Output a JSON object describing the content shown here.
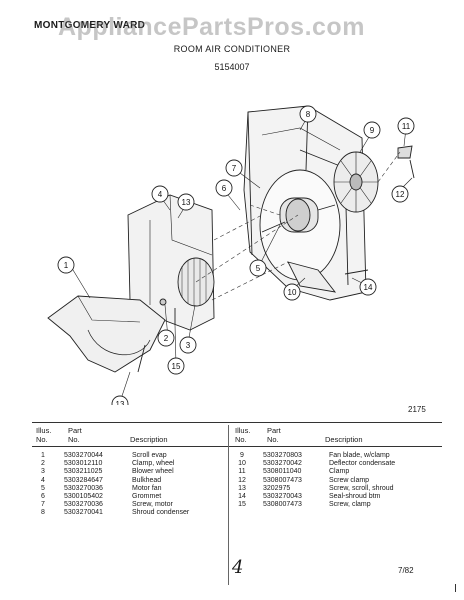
{
  "header": {
    "brand": "MONTGOMERY WARD",
    "watermark": "AppliancePartsPros.com",
    "title": "ROOM AIR CONDITIONER",
    "model": "5154007"
  },
  "diagram": {
    "callouts": [
      "1",
      "2",
      "3",
      "4",
      "5",
      "6",
      "7",
      "8",
      "9",
      "10",
      "11",
      "12",
      "13",
      "13",
      "14",
      "15"
    ],
    "drawing_number": "2175"
  },
  "table": {
    "headers": {
      "illus": "Illus.",
      "no": "No.",
      "part": "Part",
      "part_no": "No.",
      "description": "Description"
    },
    "left_rows": [
      {
        "illus": "1",
        "part": "5303270044",
        "desc": "Scroll evap"
      },
      {
        "illus": "2",
        "part": "5303012110",
        "desc": "Clamp, wheel"
      },
      {
        "illus": "3",
        "part": "5303211025",
        "desc": "Blower wheel"
      },
      {
        "illus": "4",
        "part": "5303284647",
        "desc": "Bulkhead"
      },
      {
        "illus": "5",
        "part": "5303270036",
        "desc": "Motor fan"
      },
      {
        "illus": "6",
        "part": "5300105402",
        "desc": "Grommet"
      },
      {
        "illus": "7",
        "part": "5303270036",
        "desc": "Screw, motor"
      },
      {
        "illus": "8",
        "part": "5303270041",
        "desc": "Shroud condenser"
      }
    ],
    "right_rows": [
      {
        "illus": "9",
        "part": "5303270803",
        "desc": "Fan blade, w/clamp"
      },
      {
        "illus": "10",
        "part": "5303270042",
        "desc": "Deflector condensate"
      },
      {
        "illus": "11",
        "part": "5308011040",
        "desc": "Clamp"
      },
      {
        "illus": "12",
        "part": "5308007473",
        "desc": "Screw clamp"
      },
      {
        "illus": "13",
        "part": "3202975",
        "desc": "Screw, scroll, shroud"
      },
      {
        "illus": "14",
        "part": "5303270043",
        "desc": "Seal-shroud btm"
      },
      {
        "illus": "15",
        "part": "5308007473",
        "desc": "Screw, clamp"
      }
    ]
  },
  "footer": {
    "page_mark": "4",
    "date": "7/82"
  }
}
